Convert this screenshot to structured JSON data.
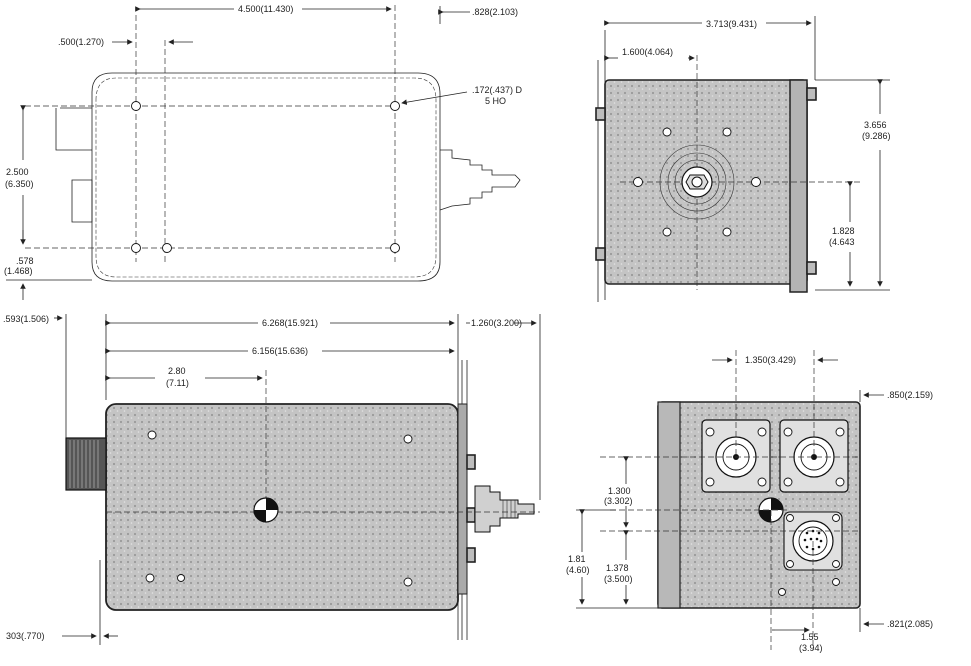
{
  "top_view": {
    "dim_4500": "4.500(11.430)",
    "dim_828": ".828(2.103)",
    "dim_500": ".500(1.270)",
    "dim_172": ".172(.437) D",
    "dim_172_holes": "5 HO",
    "dim_2500_a": "2.500",
    "dim_2500_b": "(6.350)",
    "dim_578_a": ".578",
    "dim_578_b": "(1.468)"
  },
  "end_view": {
    "dim_3713": "3.713(9.431)",
    "dim_1600": "1.600(4.064)",
    "dim_3656_a": "3.656",
    "dim_3656_b": "(9.286)",
    "dim_1828_a": "1.828",
    "dim_1828_b": "(4.643"
  },
  "side_view": {
    "dim_593": ".593(1.506)",
    "dim_6268": "6.268(15.921)",
    "dim_1260": "1.260(3.200)",
    "dim_6156": "6.156(15.636)",
    "dim_280_a": "2.80",
    "dim_280_b": "(7.11)",
    "dim_303": "303(.770)"
  },
  "connector_view": {
    "dim_1350": "1.350(3.429)",
    "dim_850": ".850(2.159)",
    "dim_1300_a": "1.300",
    "dim_1300_b": "(3.302)",
    "dim_181_a": "1.81",
    "dim_181_b": "(4.60)",
    "dim_1378_a": "1.378",
    "dim_1378_b": "(3.500)",
    "dim_155_a": "1.55",
    "dim_155_b": "(3.94)",
    "dim_821": ".821(2.085)"
  }
}
